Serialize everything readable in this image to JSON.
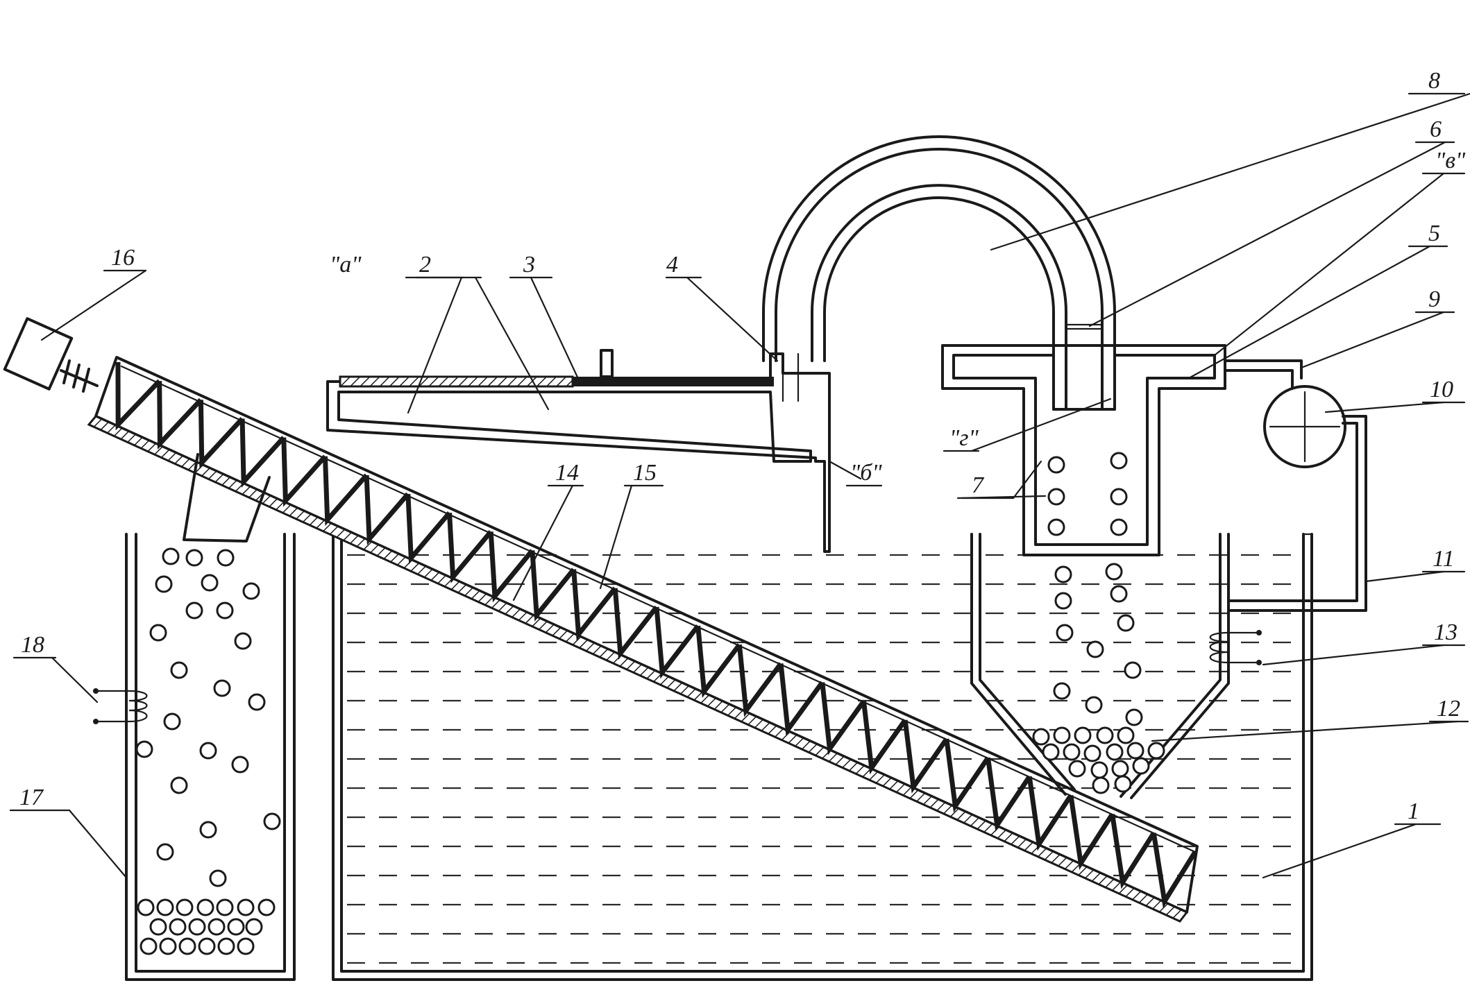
{
  "labels": [
    {
      "key": "l1",
      "text": "1"
    },
    {
      "key": "l2",
      "text": "2"
    },
    {
      "key": "l3",
      "text": "3"
    },
    {
      "key": "l4",
      "text": "4"
    },
    {
      "key": "l5",
      "text": "5"
    },
    {
      "key": "l6",
      "text": "6"
    },
    {
      "key": "l7",
      "text": "7"
    },
    {
      "key": "l8",
      "text": "8"
    },
    {
      "key": "l9",
      "text": "9"
    },
    {
      "key": "l10",
      "text": "10"
    },
    {
      "key": "l11",
      "text": "11"
    },
    {
      "key": "l12",
      "text": "12"
    },
    {
      "key": "l13",
      "text": "13"
    },
    {
      "key": "l14",
      "text": "14"
    },
    {
      "key": "l15",
      "text": "15"
    },
    {
      "key": "l16",
      "text": "16"
    },
    {
      "key": "l17",
      "text": "17"
    },
    {
      "key": "l18",
      "text": "18"
    },
    {
      "key": "la",
      "text": "\"а\""
    },
    {
      "key": "lb",
      "text": "\"б\""
    },
    {
      "key": "lv",
      "text": "\"в\""
    },
    {
      "key": "lg",
      "text": "\"г\""
    }
  ]
}
